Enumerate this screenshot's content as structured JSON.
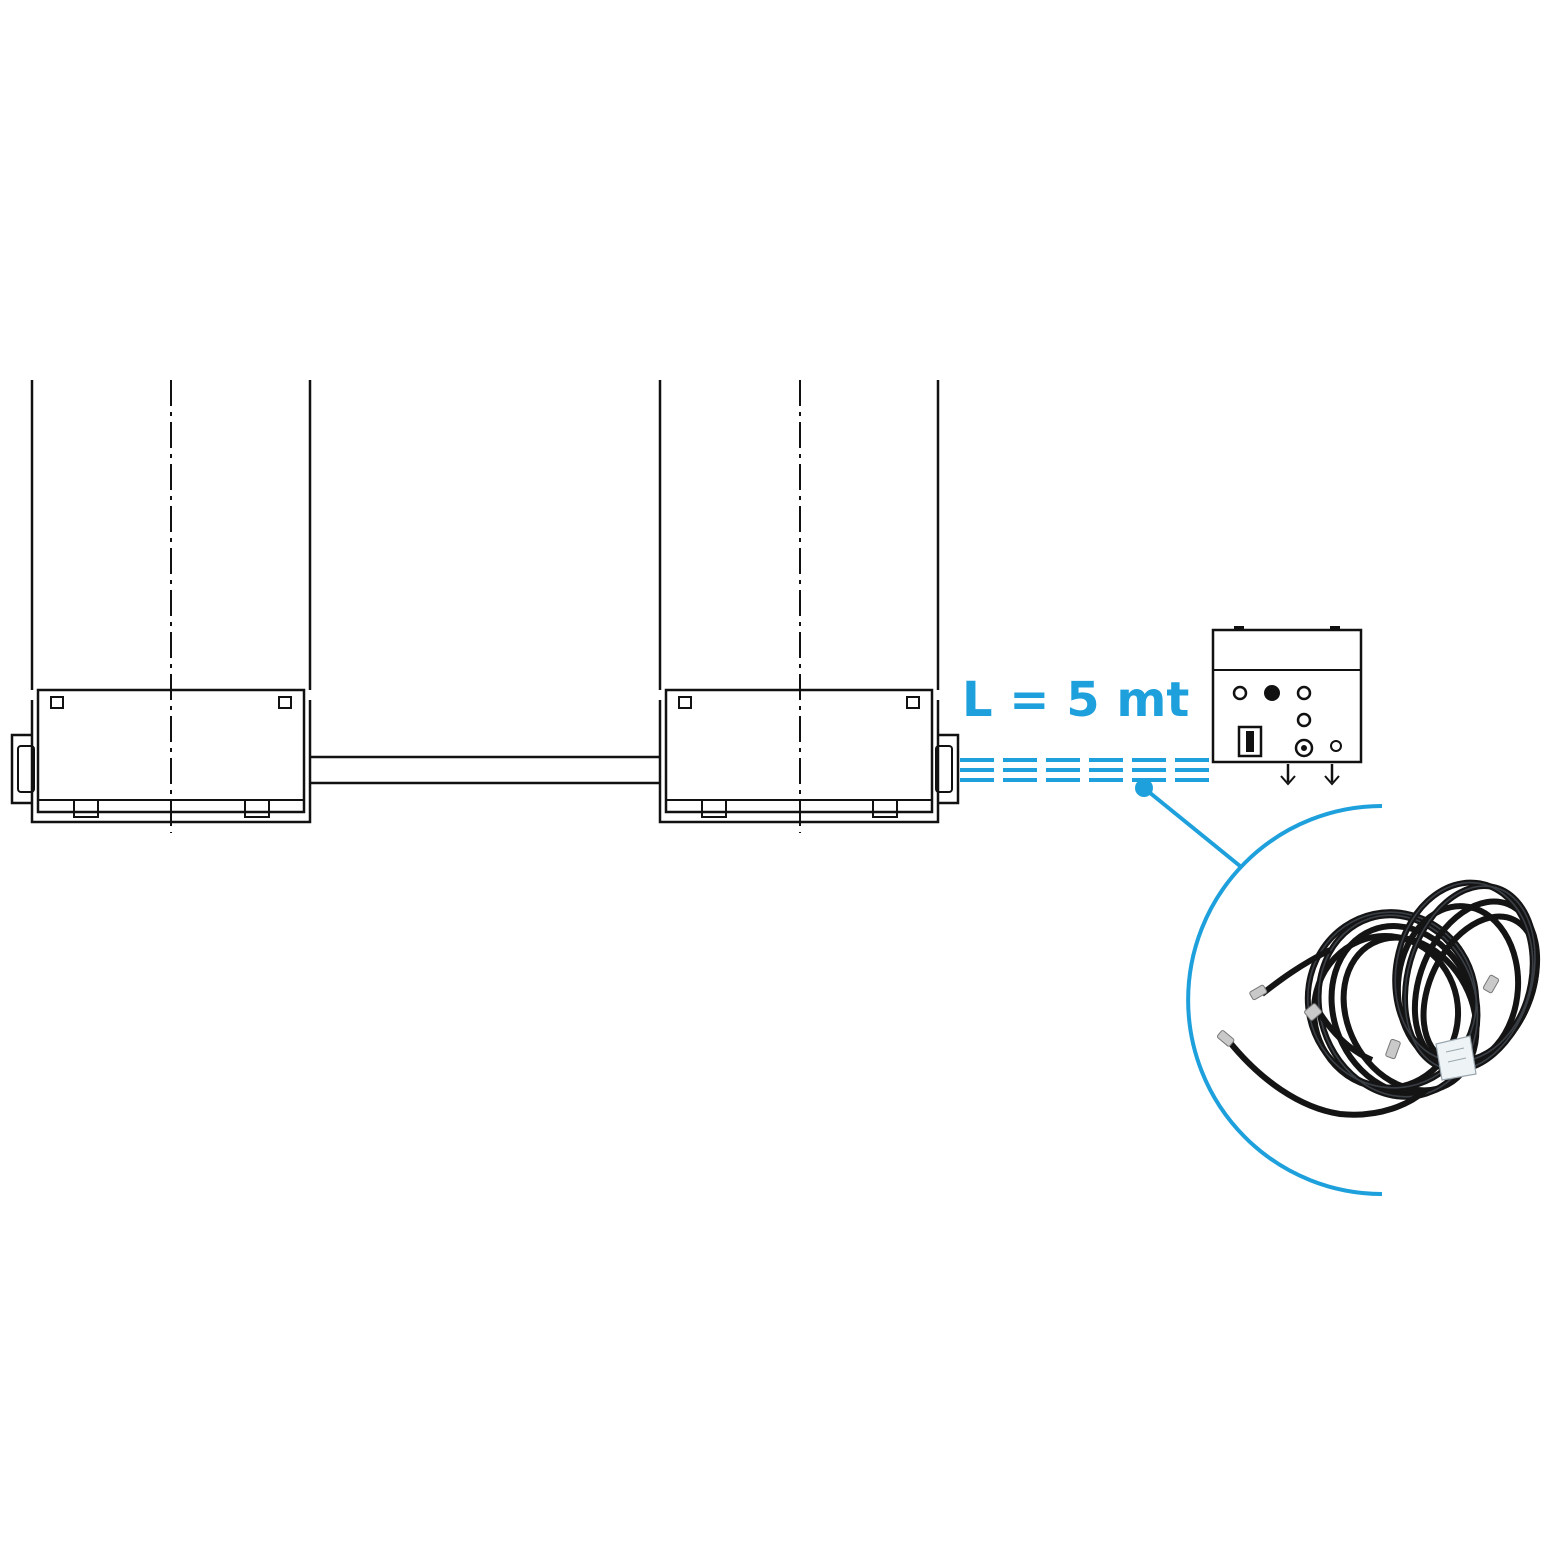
{
  "diagram": {
    "length_label": "L = 5 mt",
    "accent_color": "#1ea0dc",
    "ink_color": "#111111",
    "components": {
      "left_lift_unit": "lift-column-left",
      "right_lift_unit": "lift-column-right",
      "crossbar": "connecting-crossbar",
      "control_unit": "control-box",
      "hose_set": "hydraulic-hose-coils"
    }
  }
}
